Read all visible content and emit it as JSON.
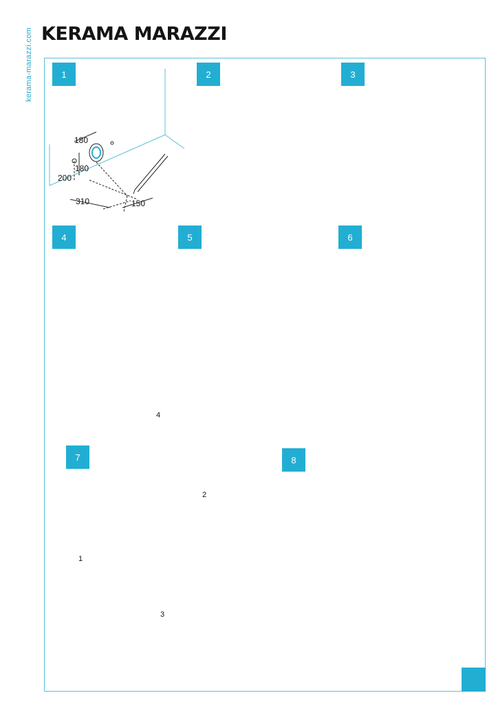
{
  "brand": "KERAMA MARAZZI",
  "side_url": "kerama-marazzi.com",
  "steps": [
    "1",
    "2",
    "3",
    "4",
    "5",
    "6",
    "7",
    "8"
  ],
  "dimensions": {
    "d180a": "180",
    "d180b": "180",
    "d200": "200",
    "d310": "310",
    "d150": "150"
  },
  "callouts": {
    "c1": "1",
    "c2": "2",
    "c3": "3",
    "c4": "4"
  },
  "colors": {
    "accent": "#22aed3",
    "line": "#5cc0db",
    "ink": "#1a1a1a"
  }
}
